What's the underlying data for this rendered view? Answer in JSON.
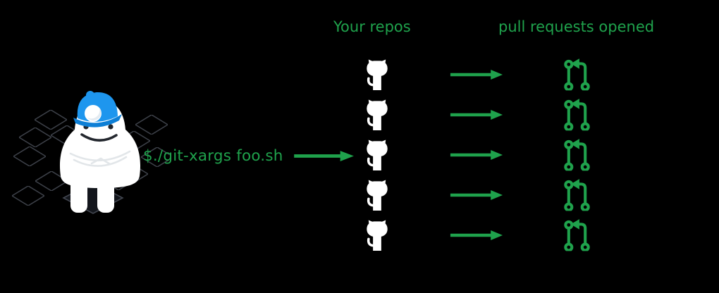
{
  "colors": {
    "background": "#000000",
    "green": "#1fa24c",
    "helmet_blue": "#1e96ee",
    "helmet_brim": "#0d7fd6",
    "mascot_white": "#ffffff",
    "face_dark": "#23272e",
    "grid_line": "#3d4149",
    "platform_fill": "#13161c",
    "platform_stroke": "#424650"
  },
  "left": {
    "mascot": "yeti-miner-mascot-on-isometric-grid",
    "command_text": "$./git-xargs foo.sh",
    "command_arrow_icon": "right-arrow"
  },
  "columns": {
    "repos_header": "Your repos",
    "prs_header": "pull requests opened"
  },
  "rows": [
    {
      "repo_icon": "github-octocat",
      "arrow_icon": "right-arrow",
      "pr_icon": "git-pull-request-opened"
    },
    {
      "repo_icon": "github-octocat",
      "arrow_icon": "right-arrow",
      "pr_icon": "git-pull-request-opened"
    },
    {
      "repo_icon": "github-octocat",
      "arrow_icon": "right-arrow",
      "pr_icon": "git-pull-request-opened"
    },
    {
      "repo_icon": "github-octocat",
      "arrow_icon": "right-arrow",
      "pr_icon": "git-pull-request-opened"
    },
    {
      "repo_icon": "github-octocat",
      "arrow_icon": "right-arrow",
      "pr_icon": "git-pull-request-opened"
    }
  ]
}
